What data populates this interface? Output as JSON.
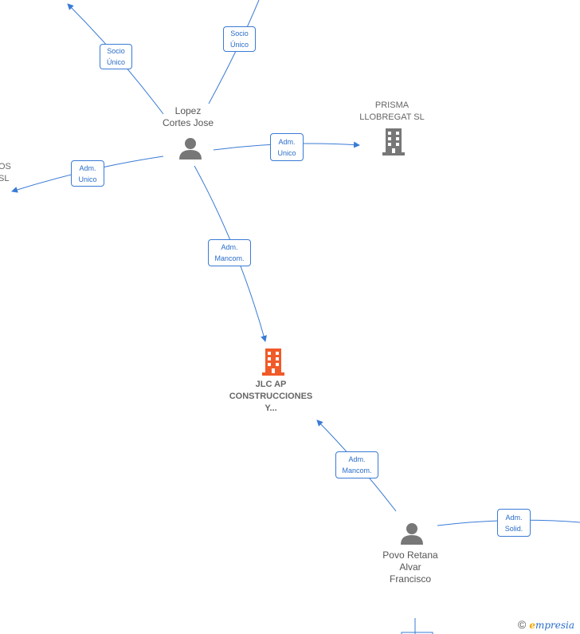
{
  "nodes": {
    "lopez": "Lopez\nCortes Jose",
    "prisma": "PRISMA\nLLOBREGAT SL",
    "jlc": "JLC AP\nCONSTRUCCIONES\nY...",
    "povo": "Povo Retana\nAlvar\nFrancisco",
    "os_sl": "OS\nSL"
  },
  "edges": {
    "socio_left": [
      "Socio",
      "Único"
    ],
    "socio_top": [
      "Socio",
      "Único"
    ],
    "adm_unico_prisma": [
      "Adm.",
      "Unico"
    ],
    "adm_unico_left": [
      "Adm.",
      "Unico"
    ],
    "adm_mancom_lopez": [
      "Adm.",
      "Mancom."
    ],
    "adm_mancom_povo": [
      "Adm.",
      "Mancom."
    ],
    "adm_solid": [
      "Adm.",
      "Solid."
    ]
  },
  "colors": {
    "edge": "#3a7bd5",
    "person_icon": "#777777",
    "company_icon": "#777777",
    "focus_company_icon": "#f05a28"
  },
  "icons": {
    "person": "person-icon",
    "company": "building-icon"
  },
  "brand": {
    "copyright": "©",
    "name_initial": "e",
    "name_rest": "mpresia"
  }
}
